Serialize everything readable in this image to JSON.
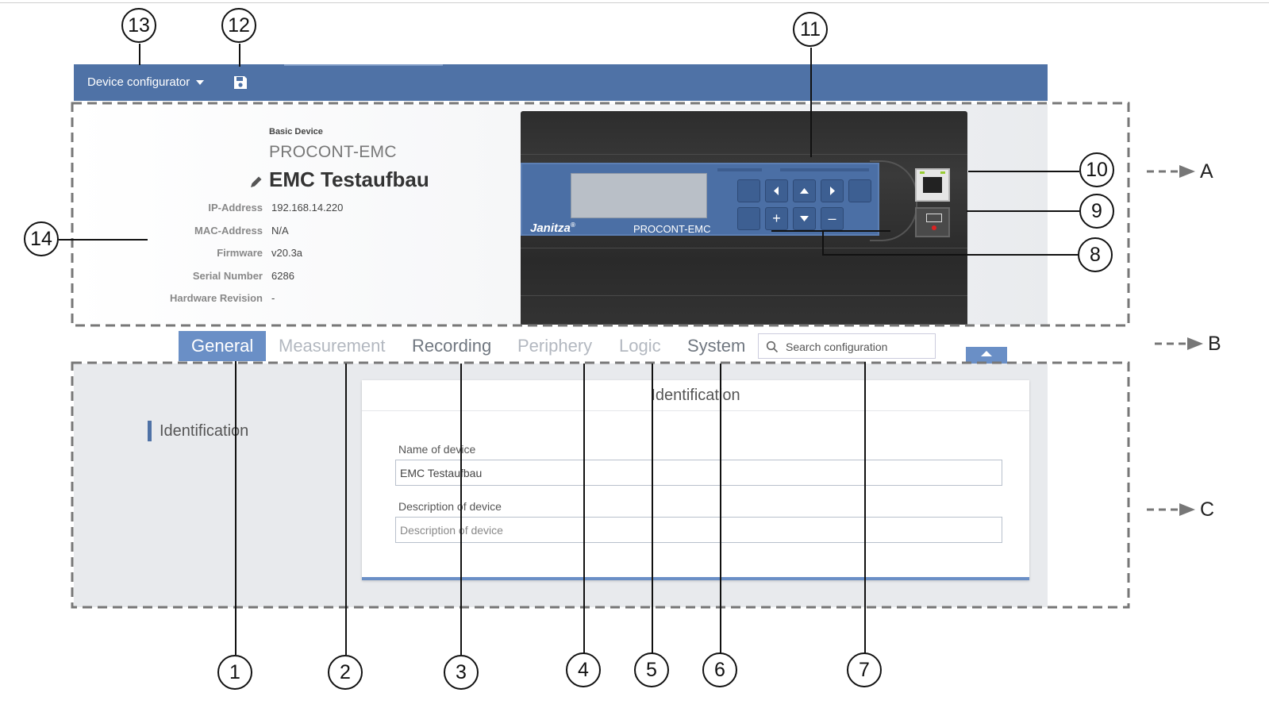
{
  "toolbar": {
    "menu_label": "Device configurator",
    "save_icon": "save-icon",
    "color": "#4f72a6"
  },
  "device": {
    "basic_label": "Basic Device",
    "model": "PROCONT-EMC",
    "name": "EMC Testaufbau",
    "details": [
      {
        "label": "IP-Address",
        "value": "192.168.14.220"
      },
      {
        "label": "MAC-Address",
        "value": "N/A"
      },
      {
        "label": "Firmware",
        "value": "v20.3a"
      },
      {
        "label": "Serial Number",
        "value": "6286"
      },
      {
        "label": "Hardware Revision",
        "value": "-"
      }
    ],
    "image": {
      "brand": "Janitza",
      "brand_mark": "®",
      "model_label": "PROCONT-EMC",
      "plus_key": "+",
      "minus_key": "–"
    }
  },
  "tabs": [
    {
      "label": "General",
      "state": "active"
    },
    {
      "label": "Measurement",
      "state": "inactive"
    },
    {
      "label": "Recording",
      "state": "inactive"
    },
    {
      "label": "Periphery",
      "state": "inactive"
    },
    {
      "label": "Logic",
      "state": "inactive"
    },
    {
      "label": "System",
      "state": "inactive"
    }
  ],
  "search": {
    "placeholder": "Search configuration"
  },
  "sidebar": {
    "items": [
      {
        "label": "Identification",
        "selected": true
      }
    ]
  },
  "card": {
    "title": "Identification",
    "fields": [
      {
        "label": "Name of device",
        "value": "EMC Testaufbau",
        "placeholder": ""
      },
      {
        "label": "Description of device",
        "value": "",
        "placeholder": "Description of device"
      }
    ]
  },
  "callouts": [
    "1",
    "2",
    "3",
    "4",
    "5",
    "6",
    "7",
    "8",
    "9",
    "10",
    "11",
    "12",
    "13",
    "14"
  ],
  "regions": [
    "A",
    "B",
    "C"
  ],
  "colors": {
    "accent": "#4f72a6",
    "tab_active": "#6a8fc6",
    "content_bg": "#e8eaed"
  }
}
